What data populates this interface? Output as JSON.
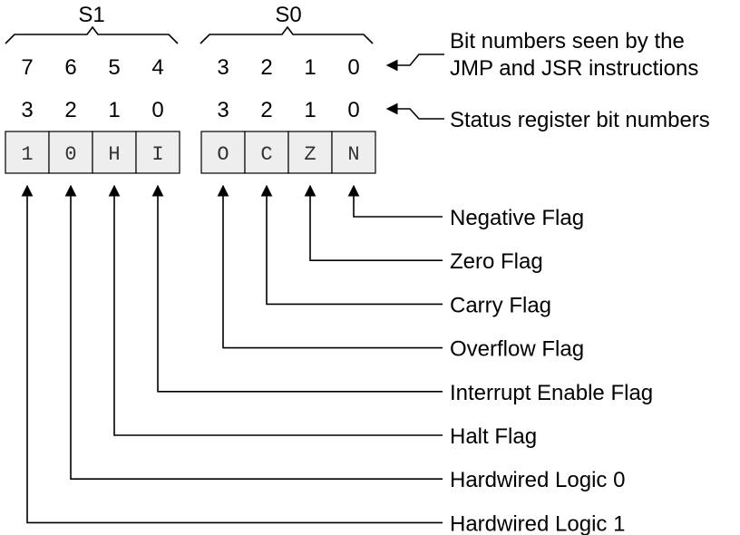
{
  "groups": [
    {
      "label": "S1"
    },
    {
      "label": "S0"
    }
  ],
  "jump_bit_numbers": [
    "7",
    "6",
    "5",
    "4",
    "3",
    "2",
    "1",
    "0"
  ],
  "status_bit_numbers": [
    "3",
    "2",
    "1",
    "0",
    "3",
    "2",
    "1",
    "0"
  ],
  "register_cells": [
    "1",
    "0",
    "H",
    "I",
    "O",
    "C",
    "Z",
    "N"
  ],
  "annotations": {
    "jump_line1": "Bit numbers seen by the",
    "jump_line2": "JMP and JSR instructions",
    "status": "Status register bit numbers"
  },
  "flags": [
    {
      "label": "Negative Flag",
      "cell": 7
    },
    {
      "label": "Zero Flag",
      "cell": 6
    },
    {
      "label": "Carry Flag",
      "cell": 5
    },
    {
      "label": "Overflow Flag",
      "cell": 4
    },
    {
      "label": "Interrupt Enable Flag",
      "cell": 3
    },
    {
      "label": "Halt Flag",
      "cell": 2
    },
    {
      "label": "Hardwired Logic 0",
      "cell": 1
    },
    {
      "label": "Hardwired Logic 1",
      "cell": 0
    }
  ]
}
